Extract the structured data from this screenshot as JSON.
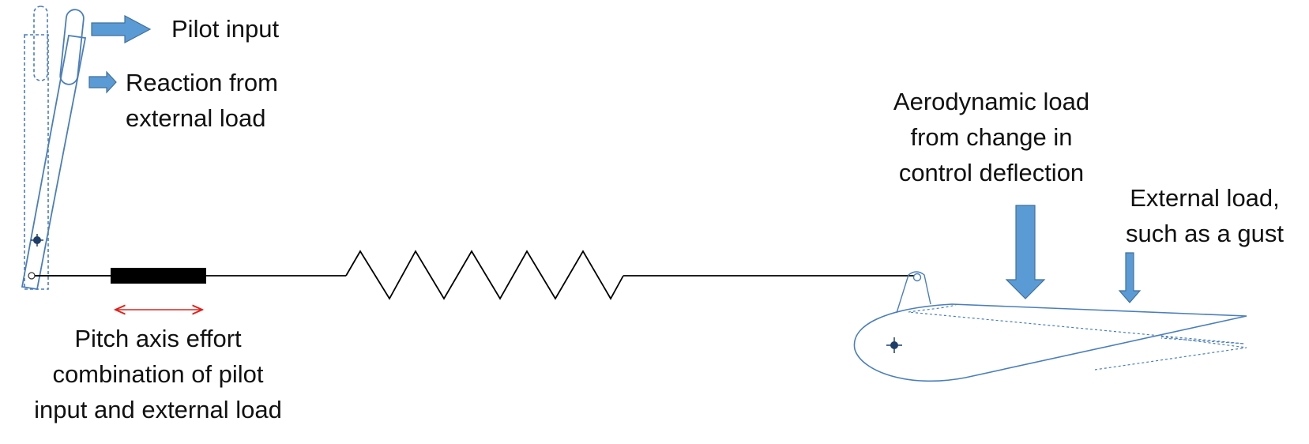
{
  "labels": {
    "pilot_input": "Pilot input",
    "reaction": [
      "Reaction from",
      "external load"
    ],
    "pitch_effort": [
      "Pitch axis effort",
      "combination of pilot",
      "input and external load"
    ],
    "aero_load": [
      "Aerodynamic load",
      "from change in",
      "control deflection"
    ],
    "external_load": [
      "External load,",
      "such as a gust"
    ]
  },
  "colors": {
    "arrow_fill": "#5b9bd5",
    "arrow_stroke": "#41719c",
    "line": "#000000",
    "structure": "#4a7ebb",
    "effort_arrow": "#e0201b"
  }
}
